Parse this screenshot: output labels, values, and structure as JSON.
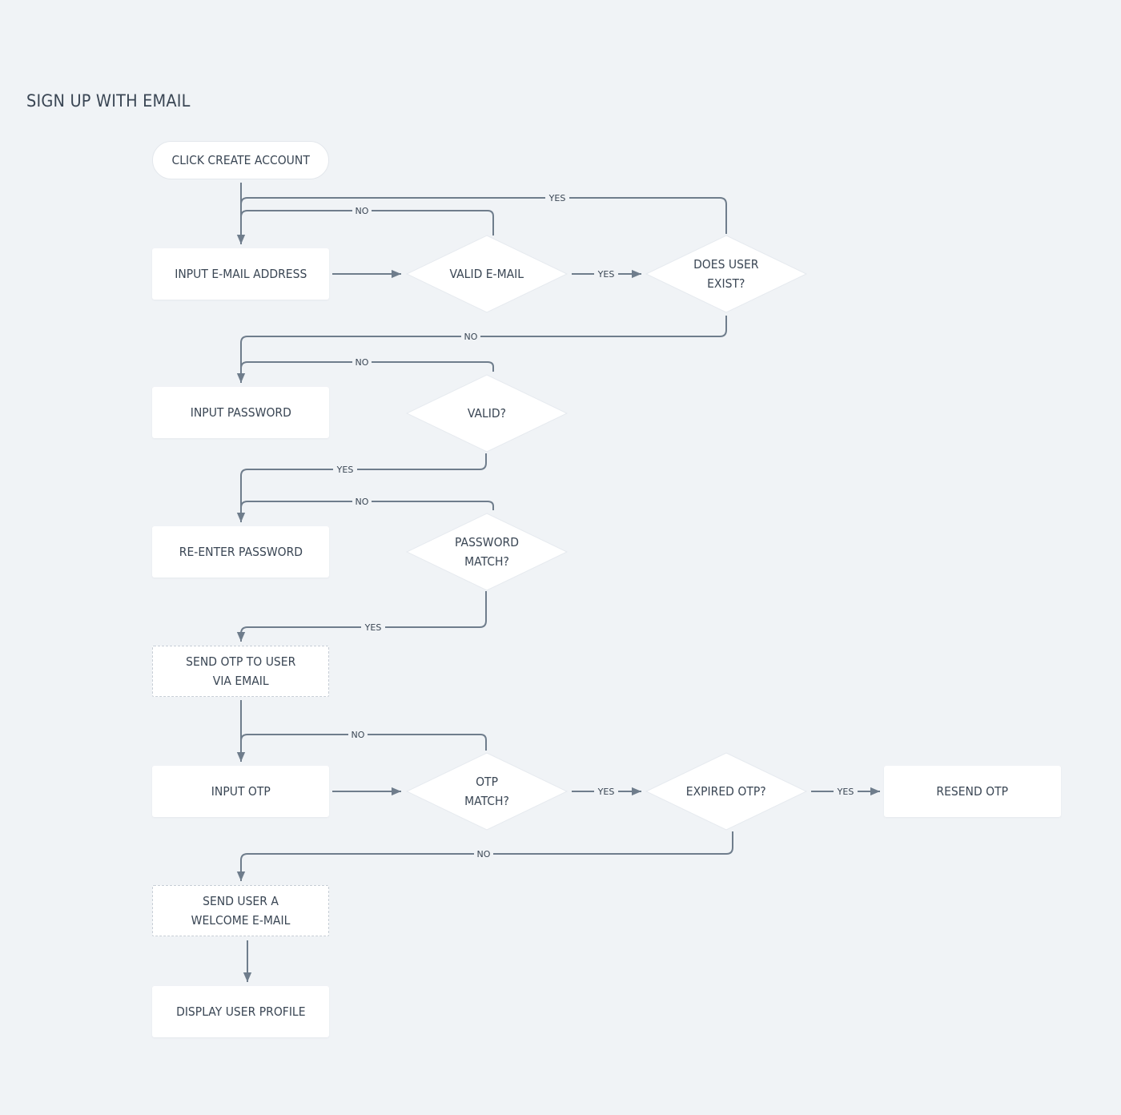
{
  "title": "SIGN UP WITH EMAIL",
  "nodes": {
    "click_create": "CLICK CREATE ACCOUNT",
    "input_email": "INPUT E-MAIL ADDRESS",
    "valid_email": "VALID E-MAIL",
    "user_exist": "DOES USER\nEXIST?",
    "input_password": "INPUT PASSWORD",
    "valid": "VALID?",
    "reenter_password": "RE-ENTER PASSWORD",
    "password_match": "PASSWORD\nMATCH?",
    "send_otp": "SEND OTP TO USER\nVIA EMAIL",
    "input_otp": "INPUT OTP",
    "otp_match": "OTP\nMATCH?",
    "expired_otp": "EXPIRED OTP?",
    "resend_otp": "RESEND OTP",
    "send_welcome": "SEND USER A\nWELCOME E-MAIL",
    "display_profile": "DISPLAY USER PROFILE"
  },
  "edge_labels": {
    "yes": "YES",
    "no": "NO"
  },
  "colors": {
    "background": "#f0f3f6",
    "connector": "#6f7d8c",
    "node_fill": "#ffffff",
    "text": "#3a4654"
  }
}
